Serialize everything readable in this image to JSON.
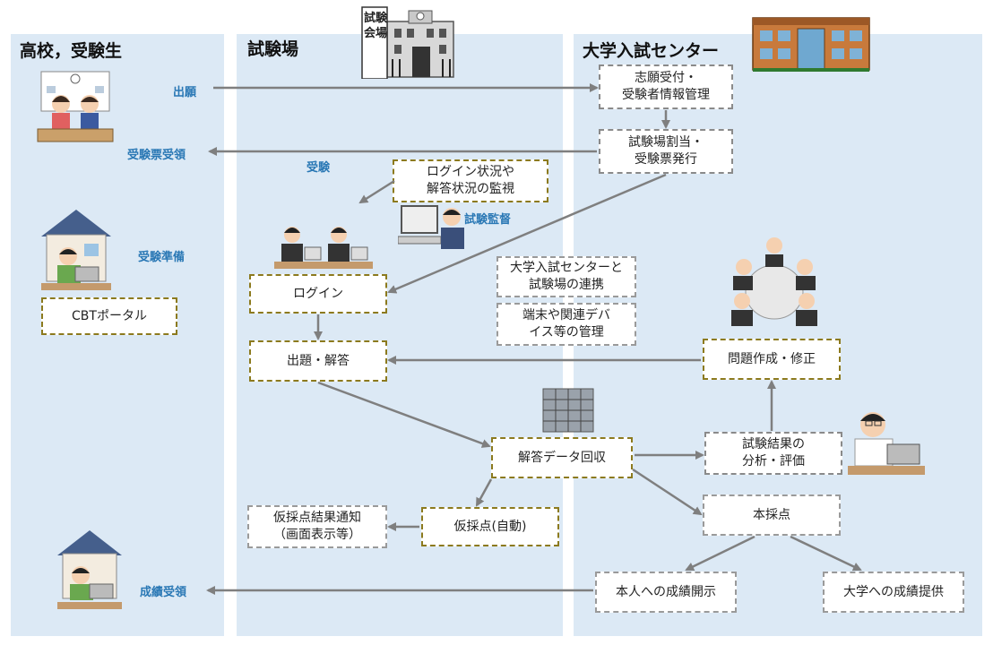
{
  "lanes": {
    "school": "高校，受験生",
    "site": "試験場",
    "center": "大学入試センター"
  },
  "building_sign": "試験会場",
  "boxes": {
    "application": "志願受付・\n受験者情報管理",
    "assignment": "試験場割当・\n受験票発行",
    "monitor": "ログイン状況や\n解答状況の監視",
    "login": "ログイン",
    "cbt_portal": "CBTポータル",
    "cooperation": "大学入試センターと\n試験場の連携",
    "device_mgmt": "端末や関連デバ\nイス等の管理",
    "question": "出題・解答",
    "problem_creation": "問題作成・修正",
    "answer_collect": "解答データ回収",
    "analysis": "試験結果の\n分析・評価",
    "prov_notice": "仮採点結果通知\n（画面表示等）",
    "prov_score": "仮採点(自動)",
    "final_score": "本採点",
    "disclosure": "本人への成績開示",
    "univ_provide": "大学への成績提供"
  },
  "labels": {
    "apply": "出願",
    "receive_ticket": "受験票受領",
    "exam": "受験",
    "proctor": "試験監督",
    "prepare": "受験準備",
    "receive_result": "成績受領"
  },
  "colors": {
    "lane_bg": "#dce9f5",
    "label_blue": "#2a78b5",
    "arrow": "#7f7f7f",
    "olive_border": "#8c7a1e"
  }
}
